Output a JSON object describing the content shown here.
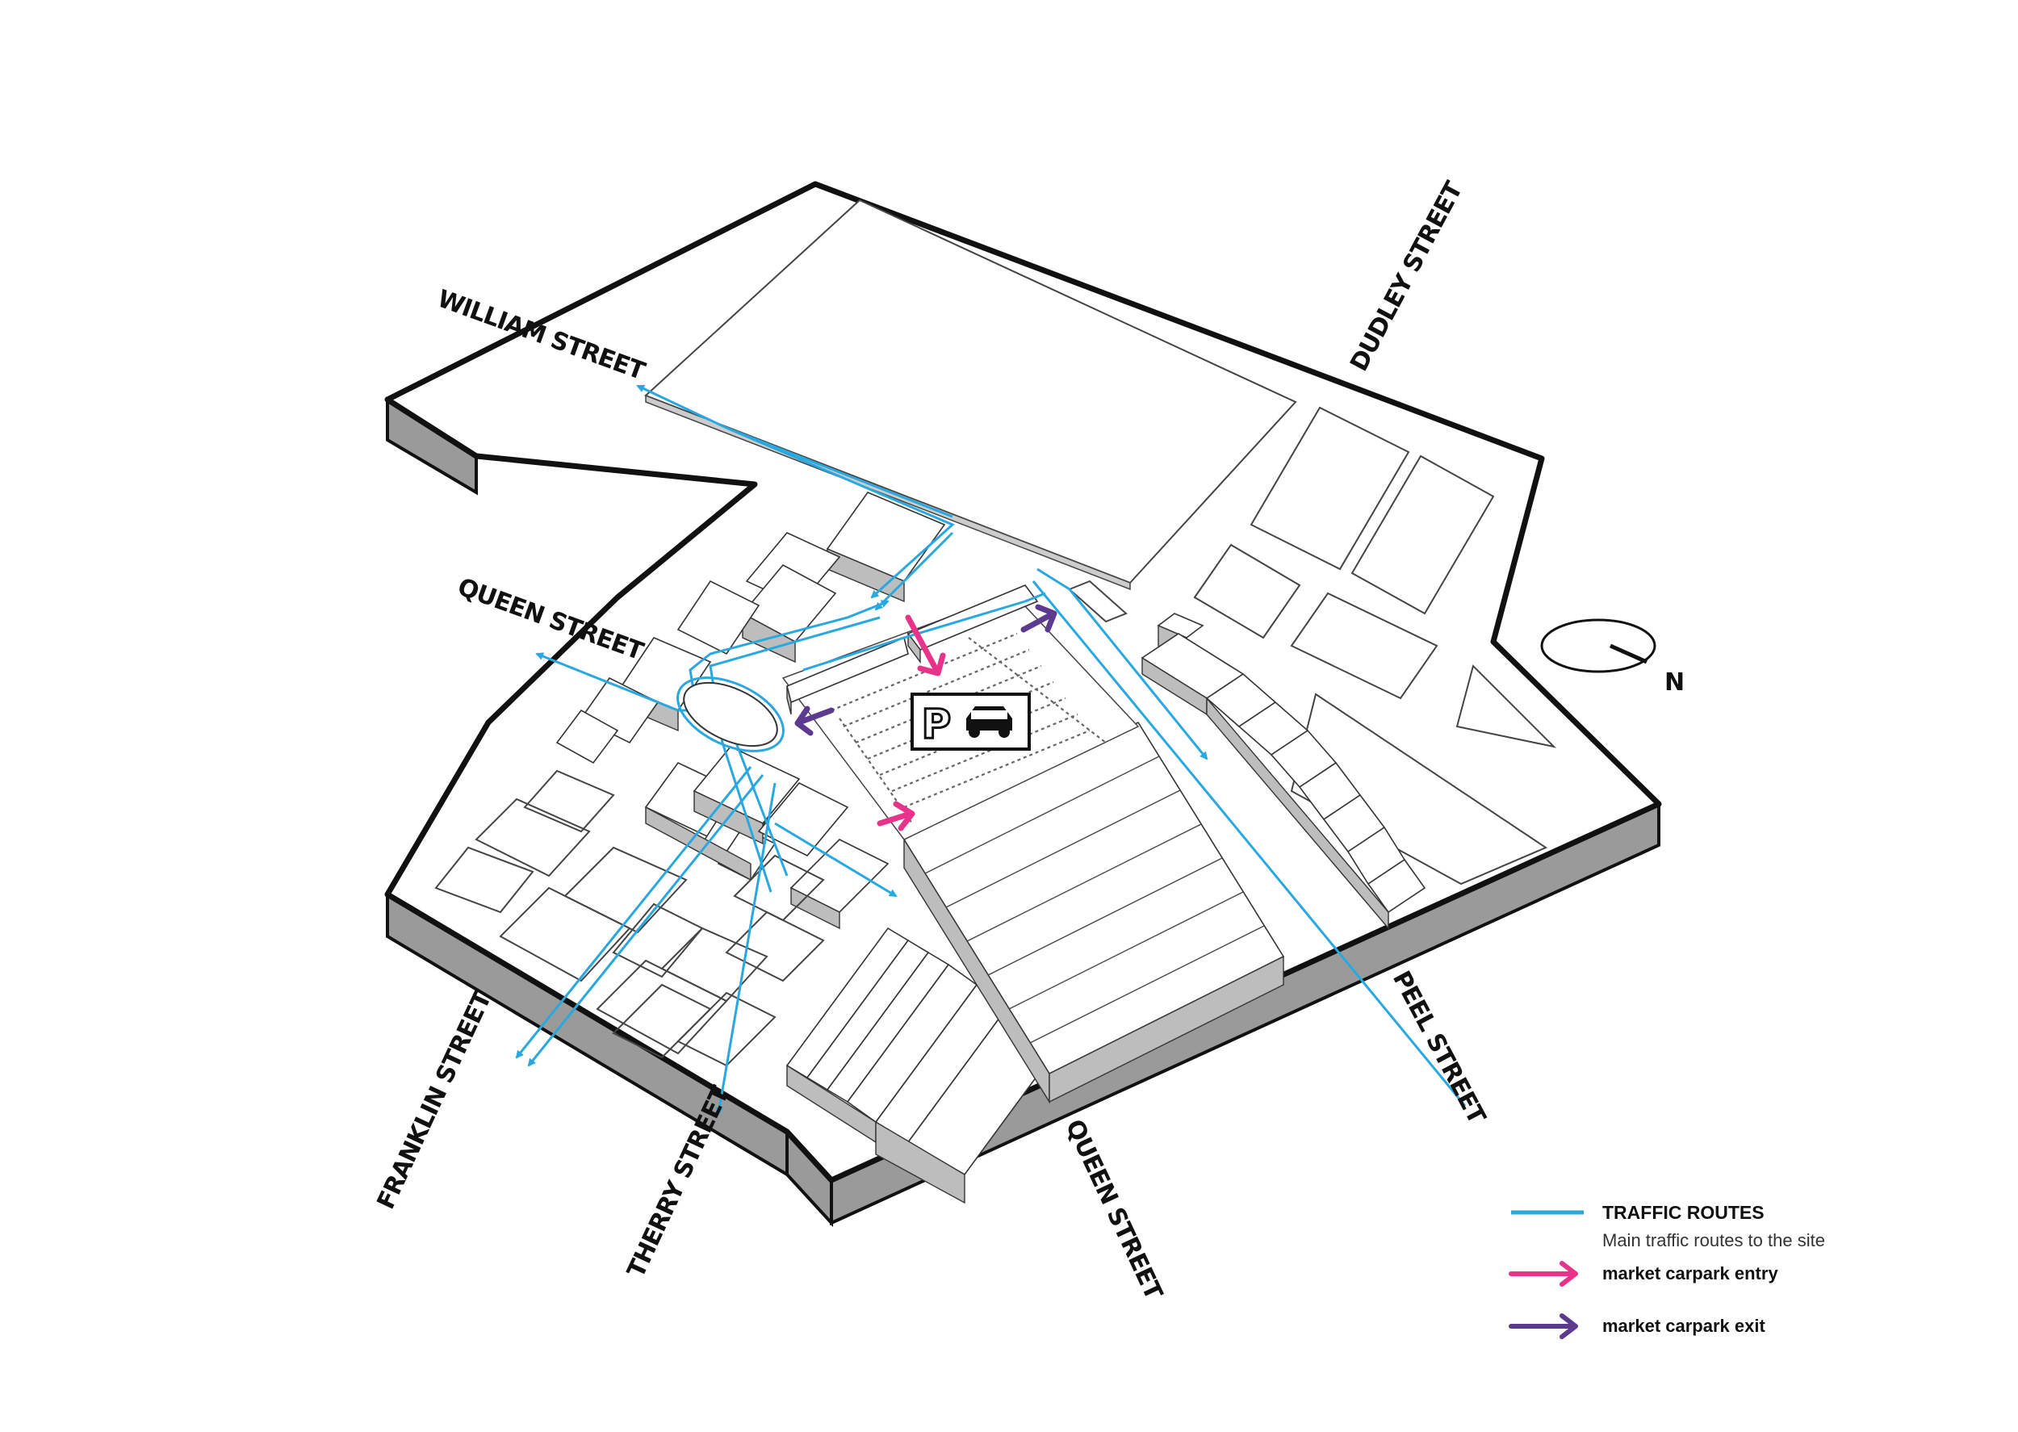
{
  "colors": {
    "traffic": "#29a8df",
    "entry": "#e8338a",
    "exit": "#5b3a8f",
    "outline": "#111111",
    "wall": "#9a9a9a"
  },
  "streets": {
    "william": "WILLIAM STREET",
    "dudley": "DUDLEY STREET",
    "queen_west": "QUEEN STREET",
    "franklin": "FRANKLIN STREET",
    "therry": "THERRY STREET",
    "queen_south": "QUEEN STREET",
    "peel": "PEEL STREET"
  },
  "north": {
    "label": "N",
    "icon": "north-arrow-icon"
  },
  "parking": {
    "icon": "parking-car-icon",
    "letter": "P"
  },
  "legend": {
    "traffic_title": "TRAFFIC ROUTES",
    "traffic_sub": "Main traffic routes to the site",
    "entry_label": "market carpark entry",
    "exit_label": "market carpark exit"
  }
}
